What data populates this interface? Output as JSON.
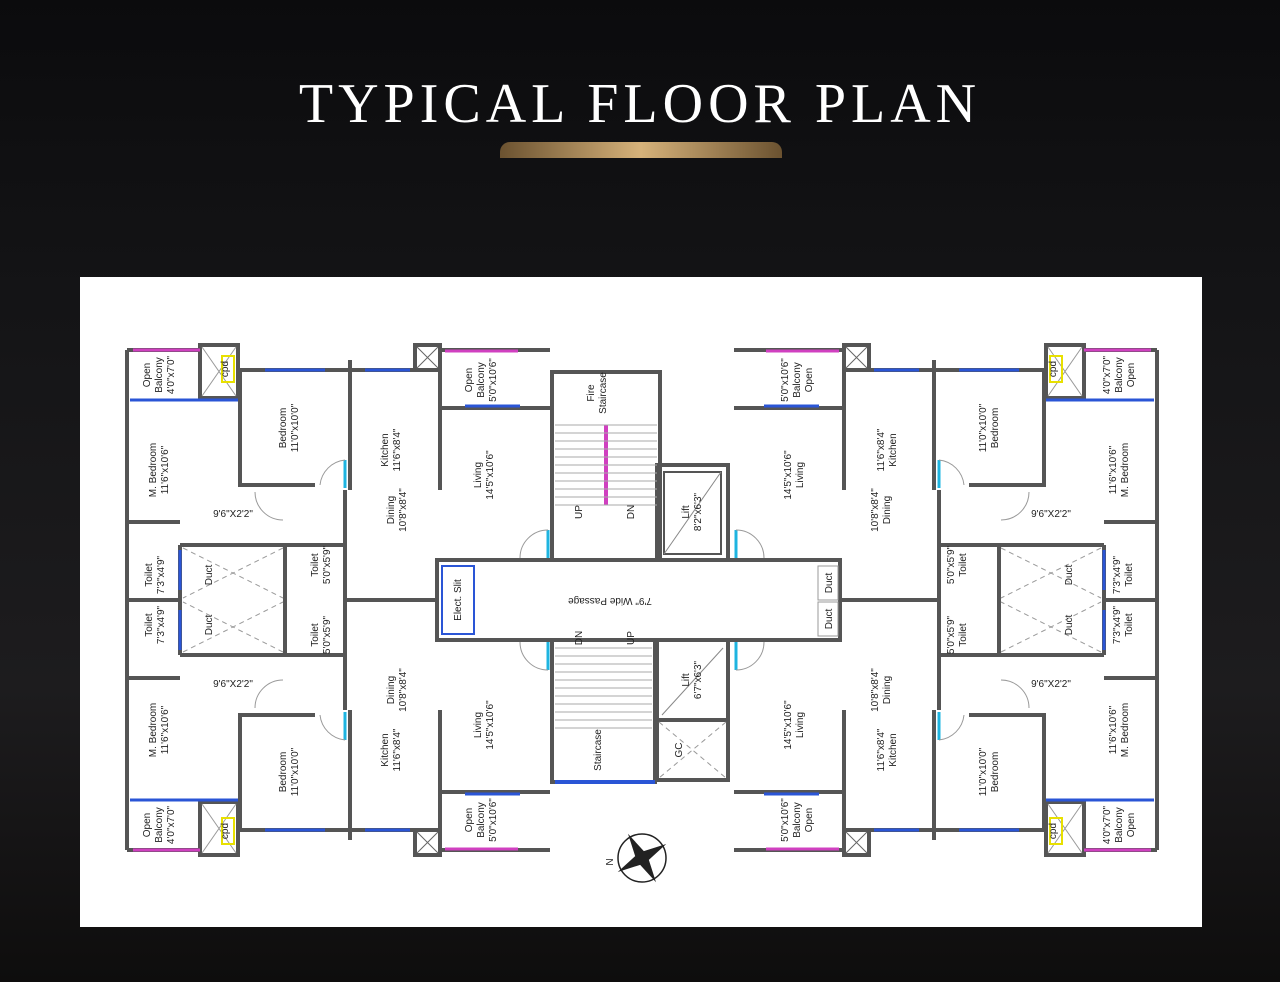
{
  "title": "TYPICAL FLOOR PLAN",
  "colors": {
    "accent_gold": "#c9a46a",
    "wall": "#555555",
    "window": "#2a55d6",
    "balcony_rail": "#d040c0",
    "door": "#1eb4e0"
  },
  "units": [
    {
      "rooms": [
        "Open",
        "Balcony",
        "4'0\"x7'0\"",
        "Bedroom",
        "11'0\"x10'0\"",
        "M. Bedroom",
        "11'6\"x10'6\"",
        "Kitchen",
        "11'6\"x8'4\"",
        "Dining",
        "10'8\"x8'4\"",
        "Living",
        "14'5\"x10'6\"",
        "Open",
        "Balcony",
        "5'0\"x10'6\"",
        "9'6\"X2'2\"",
        "Toilet",
        "7'3\"x4'9\"",
        "Duct",
        "Toilet",
        "5'0\"x5'9\"",
        "cpd"
      ]
    },
    {
      "rooms": [
        "Open",
        "Balcony",
        "4'0\"x7'0\"",
        "Bedroom",
        "11'0\"x10'0\"",
        "M. Bedroom",
        "11'6\"x10'6\"",
        "Kitchen",
        "11'6\"x8'4\"",
        "Dining",
        "10'8\"x8'4\"",
        "Living",
        "14'5\"x10'6\"",
        "Open",
        "Balcony",
        "5'0\"x10'6\"",
        "9'6\"X2'2\"",
        "Toilet",
        "7'3\"x4'9\"",
        "Duct",
        "Toilet",
        "5'0\"x5'9\"",
        "cpd"
      ]
    },
    {
      "rooms": [
        "Open",
        "Balcony",
        "4'0\"x7'0\"",
        "Bedroom",
        "11'0\"x10'0\"",
        "M. Bedroom",
        "11'6\"x10'6\"",
        "Kitchen",
        "11'6\"x8'4\"",
        "Dining",
        "10'8\"x8'4\"",
        "Living",
        "14'5\"x10'6\"",
        "Open",
        "Balcony",
        "5'0\"x10'6\"",
        "9'6\"X2'2\"",
        "Toilet",
        "7'3\"x4'9\"",
        "Duct",
        "Toilet",
        "5'0\"x5'9\"",
        "cpd"
      ]
    },
    {
      "rooms": [
        "Open",
        "Balcony",
        "4'0\"x7'0\"",
        "Bedroom",
        "11'0\"x10'0\"",
        "M. Bedroom",
        "11'6\"x10'6\"",
        "Kitchen",
        "11'6\"x8'4\"",
        "Dining",
        "10'8\"x8'4\"",
        "Living",
        "14'5\"x10'6\"",
        "Open",
        "Balcony",
        "5'0\"x10'6\"",
        "9'6\"X2'2\"",
        "Toilet",
        "7'3\"x4'9\"",
        "Duct",
        "Toilet",
        "5'0\"x5'9\"",
        "cpd"
      ]
    }
  ],
  "core": {
    "fire_staircase": [
      "Fire",
      "Staircase"
    ],
    "up": "UP",
    "dn": "DN",
    "lift_1": [
      "Lift",
      "8'2\"x6'3\""
    ],
    "elect_slit": "Elect. Slit",
    "passage": "7'9\" Wide Passage",
    "duct": "Duct",
    "lift_2": [
      "Lift",
      "6'7\"x6'3\""
    ],
    "staircase": "Staircase",
    "gc": "GC"
  },
  "compass": {
    "north_label": "N"
  }
}
